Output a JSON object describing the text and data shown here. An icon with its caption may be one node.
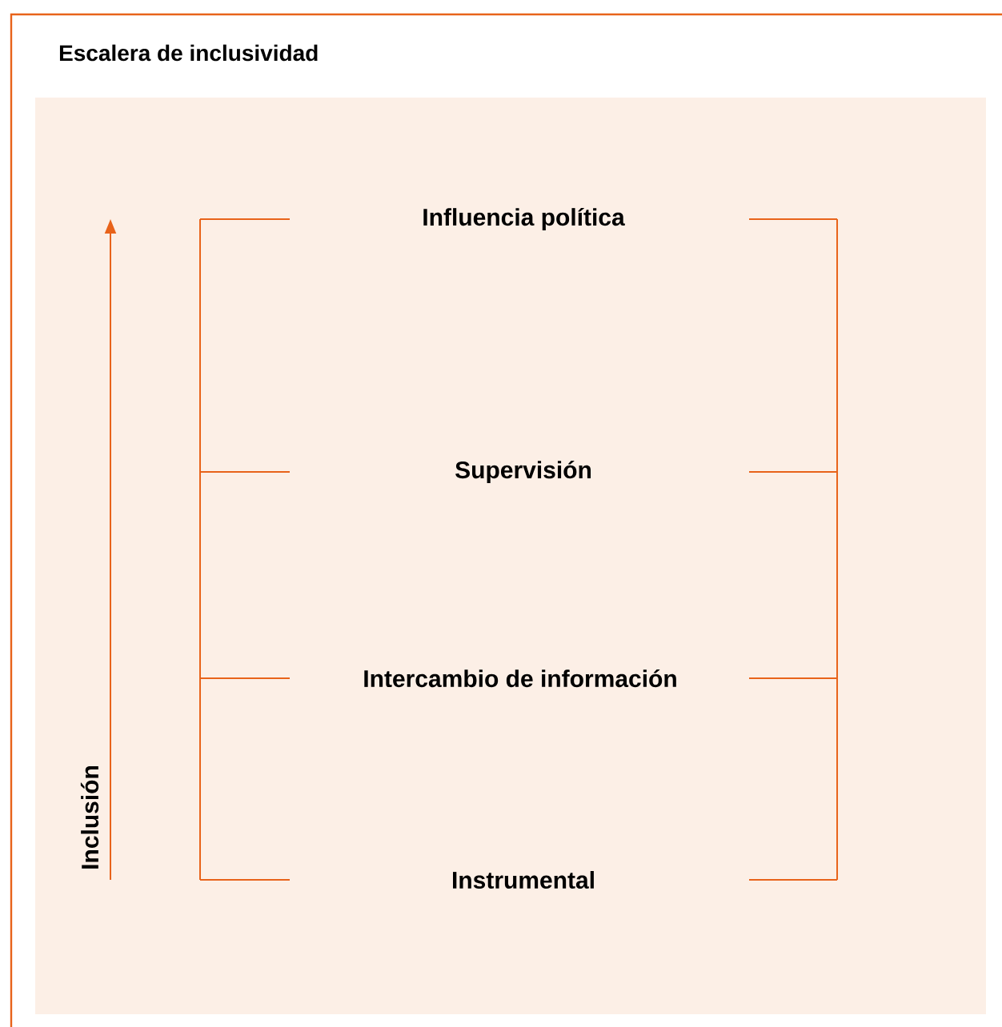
{
  "diagram": {
    "title": "Escalera de inclusividad",
    "labels": [
      "Influencia política",
      "Supervisión",
      "Intercambio de información",
      "Instrumental",
      "Inclusión"
    ]
  }
}
